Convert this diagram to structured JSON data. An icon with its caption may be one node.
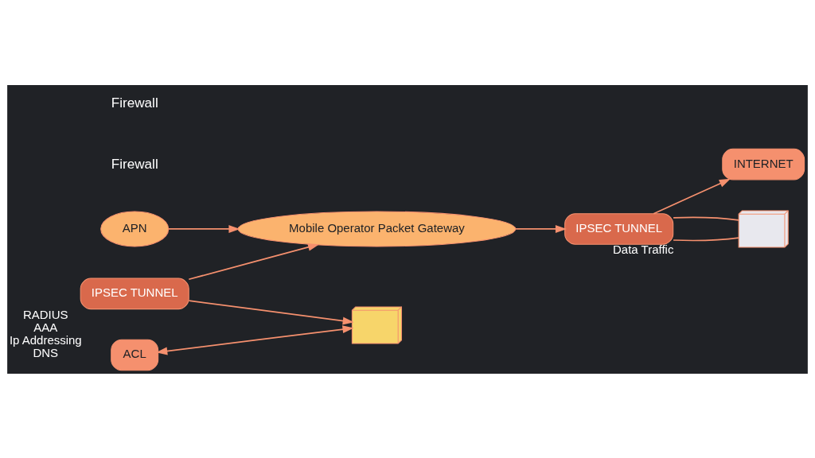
{
  "diagram": {
    "nodes": [
      {
        "text": [
          "APN"
        ]
      },
      {
        "text": [
          "Mobile Operator Packet Gateway"
        ]
      },
      {
        "text": [
          "IPSEC TUNNEL"
        ],
        "beside": [
          "Data Traffic"
        ]
      },
      {
        "text": [
          "IPSEC TUNNEL"
        ],
        "beside": [
          "RADIUS",
          "AAA",
          "Ip Addressing",
          "DNS"
        ]
      },
      {
        "text": [
          "ACL"
        ]
      },
      {
        "text": [
          "INTERNET"
        ]
      },
      {
        "text": [],
        "shape": "picture"
      },
      {
        "text": [],
        "shape": "picture"
      }
    ],
    "edges": [
      {
        "from": 0,
        "to": 1,
        "arrow": "to"
      },
      {
        "from": 1,
        "to": 2,
        "arrow": "to"
      },
      {
        "from": 3,
        "to": 1,
        "arrow": "to"
      },
      {
        "from": 3,
        "to": 6,
        "arrow": "to"
      },
      {
        "from": 4,
        "to": 6,
        "arrow": "both"
      },
      {
        "from": 2,
        "to": 5,
        "arrow": "to"
      },
      {
        "from": 2,
        "to": 7,
        "arrow": "none"
      },
      {
        "from": 2,
        "to": 7,
        "arrow": "none"
      }
    ],
    "labels": [
      "Firewall",
      "Firewall"
    ]
  }
}
